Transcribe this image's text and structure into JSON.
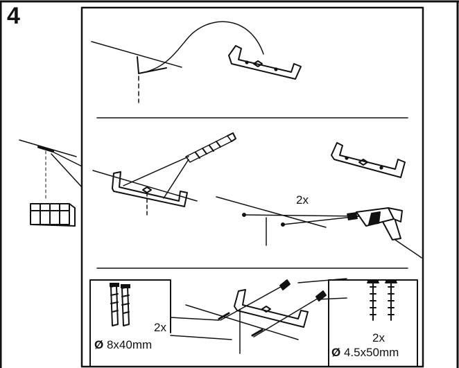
{
  "step": {
    "number": "4"
  },
  "panel_drill": {
    "quantity": "2x"
  },
  "panel_plugs": {
    "quantity": "2x",
    "diameter_symbol": "Ø",
    "size": "8x40mm"
  },
  "panel_screws": {
    "quantity": "2x",
    "diameter_symbol": "Ø",
    "size": "4.5x50mm"
  },
  "colors": {
    "line": "#111111",
    "background": "#ffffff"
  }
}
